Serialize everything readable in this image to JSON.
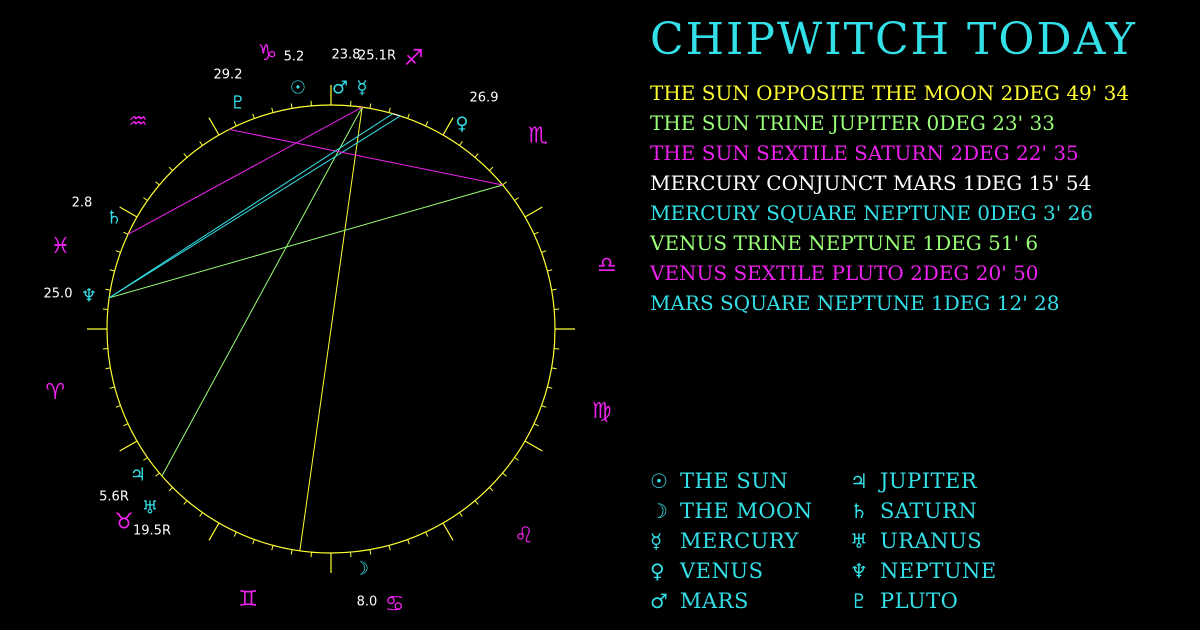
{
  "header": {
    "title": "CHIPWITCH TODAY"
  },
  "colors": {
    "background": "#000000",
    "title": "#33e0e8",
    "wheel": "#ffff33",
    "sign": "#ee22ee",
    "planet": "#33e0e8",
    "degree_label": "#ffffff"
  },
  "aspects": [
    {
      "text": "THE SUN OPPOSITE THE MOON 2DEG 49' 34",
      "color": "#ffff33"
    },
    {
      "text": "THE SUN TRINE JUPITER 0DEG 23' 33",
      "color": "#99ff77"
    },
    {
      "text": "THE SUN SEXTILE SATURN 2DEG 22' 35",
      "color": "#ee22ee"
    },
    {
      "text": "MERCURY CONJUNCT MARS 1DEG 15' 54",
      "color": "#ffffff"
    },
    {
      "text": "MERCURY SQUARE NEPTUNE 0DEG 3' 26",
      "color": "#33e0e8"
    },
    {
      "text": "VENUS TRINE NEPTUNE 1DEG 51' 6",
      "color": "#99ff77"
    },
    {
      "text": "VENUS SEXTILE PLUTO 2DEG 20' 50",
      "color": "#ee22ee"
    },
    {
      "text": "MARS SQUARE NEPTUNE 1DEG 12' 28",
      "color": "#33e0e8"
    }
  ],
  "legend": [
    {
      "glyph": "☉",
      "name": "THE SUN",
      "icon": "sun-icon"
    },
    {
      "glyph": "☽",
      "name": "THE MOON",
      "icon": "moon-icon"
    },
    {
      "glyph": "☿",
      "name": "MERCURY",
      "icon": "mercury-icon"
    },
    {
      "glyph": "♀",
      "name": "VENUS",
      "icon": "venus-icon"
    },
    {
      "glyph": "♂",
      "name": "MARS",
      "icon": "mars-icon"
    },
    {
      "glyph": "♃",
      "name": "JUPITER",
      "icon": "jupiter-icon"
    },
    {
      "glyph": "♄",
      "name": "SATURN",
      "icon": "saturn-icon"
    },
    {
      "glyph": "♅",
      "name": "URANUS",
      "icon": "uranus-icon"
    },
    {
      "glyph": "♆",
      "name": "NEPTUNE",
      "icon": "neptune-icon"
    },
    {
      "glyph": "♇",
      "name": "PLUTO",
      "icon": "pluto-icon"
    }
  ],
  "wheel": {
    "signs": [
      {
        "glyph": "♑",
        "icon": "capricorn-icon"
      },
      {
        "glyph": "♐",
        "icon": "sagittarius-icon"
      },
      {
        "glyph": "♏",
        "icon": "scorpio-icon"
      },
      {
        "glyph": "♎",
        "icon": "libra-icon"
      },
      {
        "glyph": "♍",
        "icon": "virgo-icon"
      },
      {
        "glyph": "♌",
        "icon": "leo-icon"
      },
      {
        "glyph": "♋",
        "icon": "cancer-icon"
      },
      {
        "glyph": "♊",
        "icon": "gemini-icon"
      },
      {
        "glyph": "♉",
        "icon": "taurus-icon"
      },
      {
        "glyph": "♈",
        "icon": "aries-icon"
      },
      {
        "glyph": "♓",
        "icon": "pisces-icon"
      },
      {
        "glyph": "♒",
        "icon": "aquarius-icon"
      }
    ],
    "planets": [
      {
        "name": "sun",
        "glyph": "☉",
        "degree": "5.2"
      },
      {
        "name": "mars",
        "glyph": "♂",
        "degree": "23.8"
      },
      {
        "name": "mercury",
        "glyph": "☿",
        "degree": "25.1R"
      },
      {
        "name": "pluto",
        "glyph": "♇",
        "degree": "29.2"
      },
      {
        "name": "venus",
        "glyph": "♀",
        "degree": "26.9"
      },
      {
        "name": "saturn",
        "glyph": "♄",
        "degree": "2.8"
      },
      {
        "name": "neptune",
        "glyph": "♆",
        "degree": "25.0"
      },
      {
        "name": "jupiter",
        "glyph": "♃",
        "degree": "5.6R"
      },
      {
        "name": "uranus",
        "glyph": "♅",
        "degree": "19.5R"
      },
      {
        "name": "moon",
        "glyph": "☽",
        "degree": "8.0"
      }
    ],
    "aspect_links": [
      {
        "from": "sun",
        "to": "moon",
        "color": "#ffff33"
      },
      {
        "from": "sun",
        "to": "jupiter",
        "color": "#99ff77"
      },
      {
        "from": "sun",
        "to": "saturn",
        "color": "#ee22ee"
      },
      {
        "from": "mercury",
        "to": "mars",
        "color": "#ffffff"
      },
      {
        "from": "mercury",
        "to": "neptune",
        "color": "#33e0e8"
      },
      {
        "from": "venus",
        "to": "neptune",
        "color": "#99ff77"
      },
      {
        "from": "venus",
        "to": "pluto",
        "color": "#ee22ee"
      },
      {
        "from": "mars",
        "to": "neptune",
        "color": "#33e0e8"
      }
    ]
  }
}
